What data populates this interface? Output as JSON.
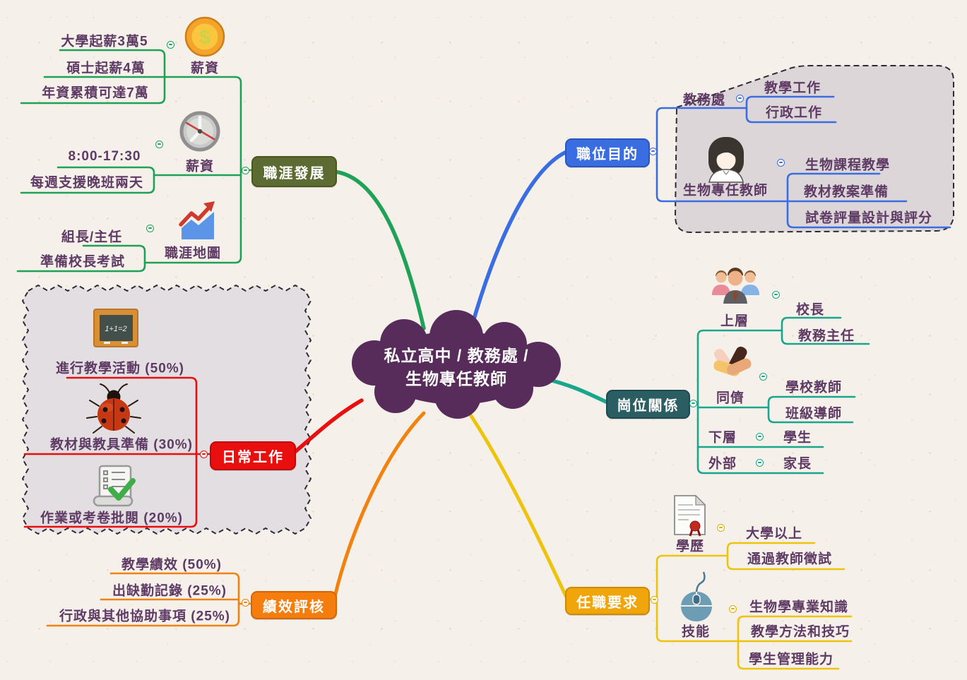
{
  "central_topic": {
    "text": "私立高中/教務處/生物專任教師",
    "line1": "私立高中 / 教務處 /",
    "line2": "生物專任教師",
    "color": "#572b5a"
  },
  "branches": [
    {
      "id": "career-development",
      "label": "職涯發展",
      "box_color": "#5c6b31",
      "line_color": "#1fa257",
      "nodes": [
        {
          "label": "薪資",
          "icon": "coin-icon",
          "items": [
            "大學起薪3萬5",
            "碩士起薪4萬",
            "年資累積可達7萬"
          ]
        },
        {
          "label": "薪資",
          "icon": "clock-icon",
          "items": [
            "8:00-17:30",
            "每週支援晚班兩天"
          ]
        },
        {
          "label": "職涯地圖",
          "icon": "growth-chart-icon",
          "items": [
            "組長/主任",
            "準備校長考試"
          ]
        }
      ]
    },
    {
      "id": "position-purpose",
      "label": "職位目的",
      "box_color": "#3a6de2",
      "line_color": "#3a6de2",
      "nodes": [
        {
          "label": "教務處",
          "icon": null,
          "items": [
            "教學工作",
            "行政工作"
          ]
        },
        {
          "label": "生物專任教師",
          "icon": "teacher-avatar-icon",
          "items": [
            "生物課程教學",
            "教材教案準備",
            "試卷評量設計與評分"
          ]
        }
      ]
    },
    {
      "id": "position-relations",
      "label": "崗位關係",
      "box_color": "#2a5e63",
      "line_color": "#18a78c",
      "nodes": [
        {
          "label": "上層",
          "icon": "people-group-icon",
          "items": [
            "校長",
            "教務主任"
          ]
        },
        {
          "label": "同儕",
          "icon": "teamwork-hands-icon",
          "items": [
            "學校教師",
            "班級導師"
          ]
        },
        {
          "label": "下層",
          "icon": null,
          "items": [
            "學生"
          ]
        },
        {
          "label": "外部",
          "icon": null,
          "items": [
            "家長"
          ]
        }
      ]
    },
    {
      "id": "daily-work",
      "label": "日常工作",
      "box_color": "#e90f0f",
      "line_color": "#e90f0f",
      "nodes": [
        {
          "label": "進行教學活動 (50%)",
          "icon": "blackboard-icon",
          "items": []
        },
        {
          "label": "教材與教具準備 (30%)",
          "icon": "ladybug-icon",
          "items": []
        },
        {
          "label": "作業或考卷批閱 (20%)",
          "icon": "scroll-check-icon",
          "items": []
        }
      ]
    },
    {
      "id": "performance-review",
      "label": "績效評核",
      "box_color": "#f57d0e",
      "line_color": "#f2820e",
      "nodes": [
        {
          "label": "教學績效 (50%)",
          "icon": null,
          "items": []
        },
        {
          "label": "出缺勤記錄 (25%)",
          "icon": null,
          "items": []
        },
        {
          "label": "行政與其他協助事項 (25%)",
          "icon": null,
          "items": []
        }
      ]
    },
    {
      "id": "job-requirements",
      "label": "任職要求",
      "box_color": "#f0a50a",
      "line_color": "#eec30b",
      "nodes": [
        {
          "label": "學歷",
          "icon": "certificate-icon",
          "items": [
            "大學以上",
            "通過教師徵試"
          ]
        },
        {
          "label": "技能",
          "icon": "mouse-icon",
          "items": [
            "生物學專業知識",
            "教學方法和技巧",
            "學生管理能力"
          ]
        }
      ]
    }
  ],
  "icons": {
    "blackboard_text": "1+1=2"
  },
  "colors": {
    "background": "#f5f1ea",
    "node_text": "#5e3a64",
    "group_fill_right": "#dcd6d9",
    "group_fill_left": "#e2dee1",
    "group_border": "#2f2b33"
  }
}
